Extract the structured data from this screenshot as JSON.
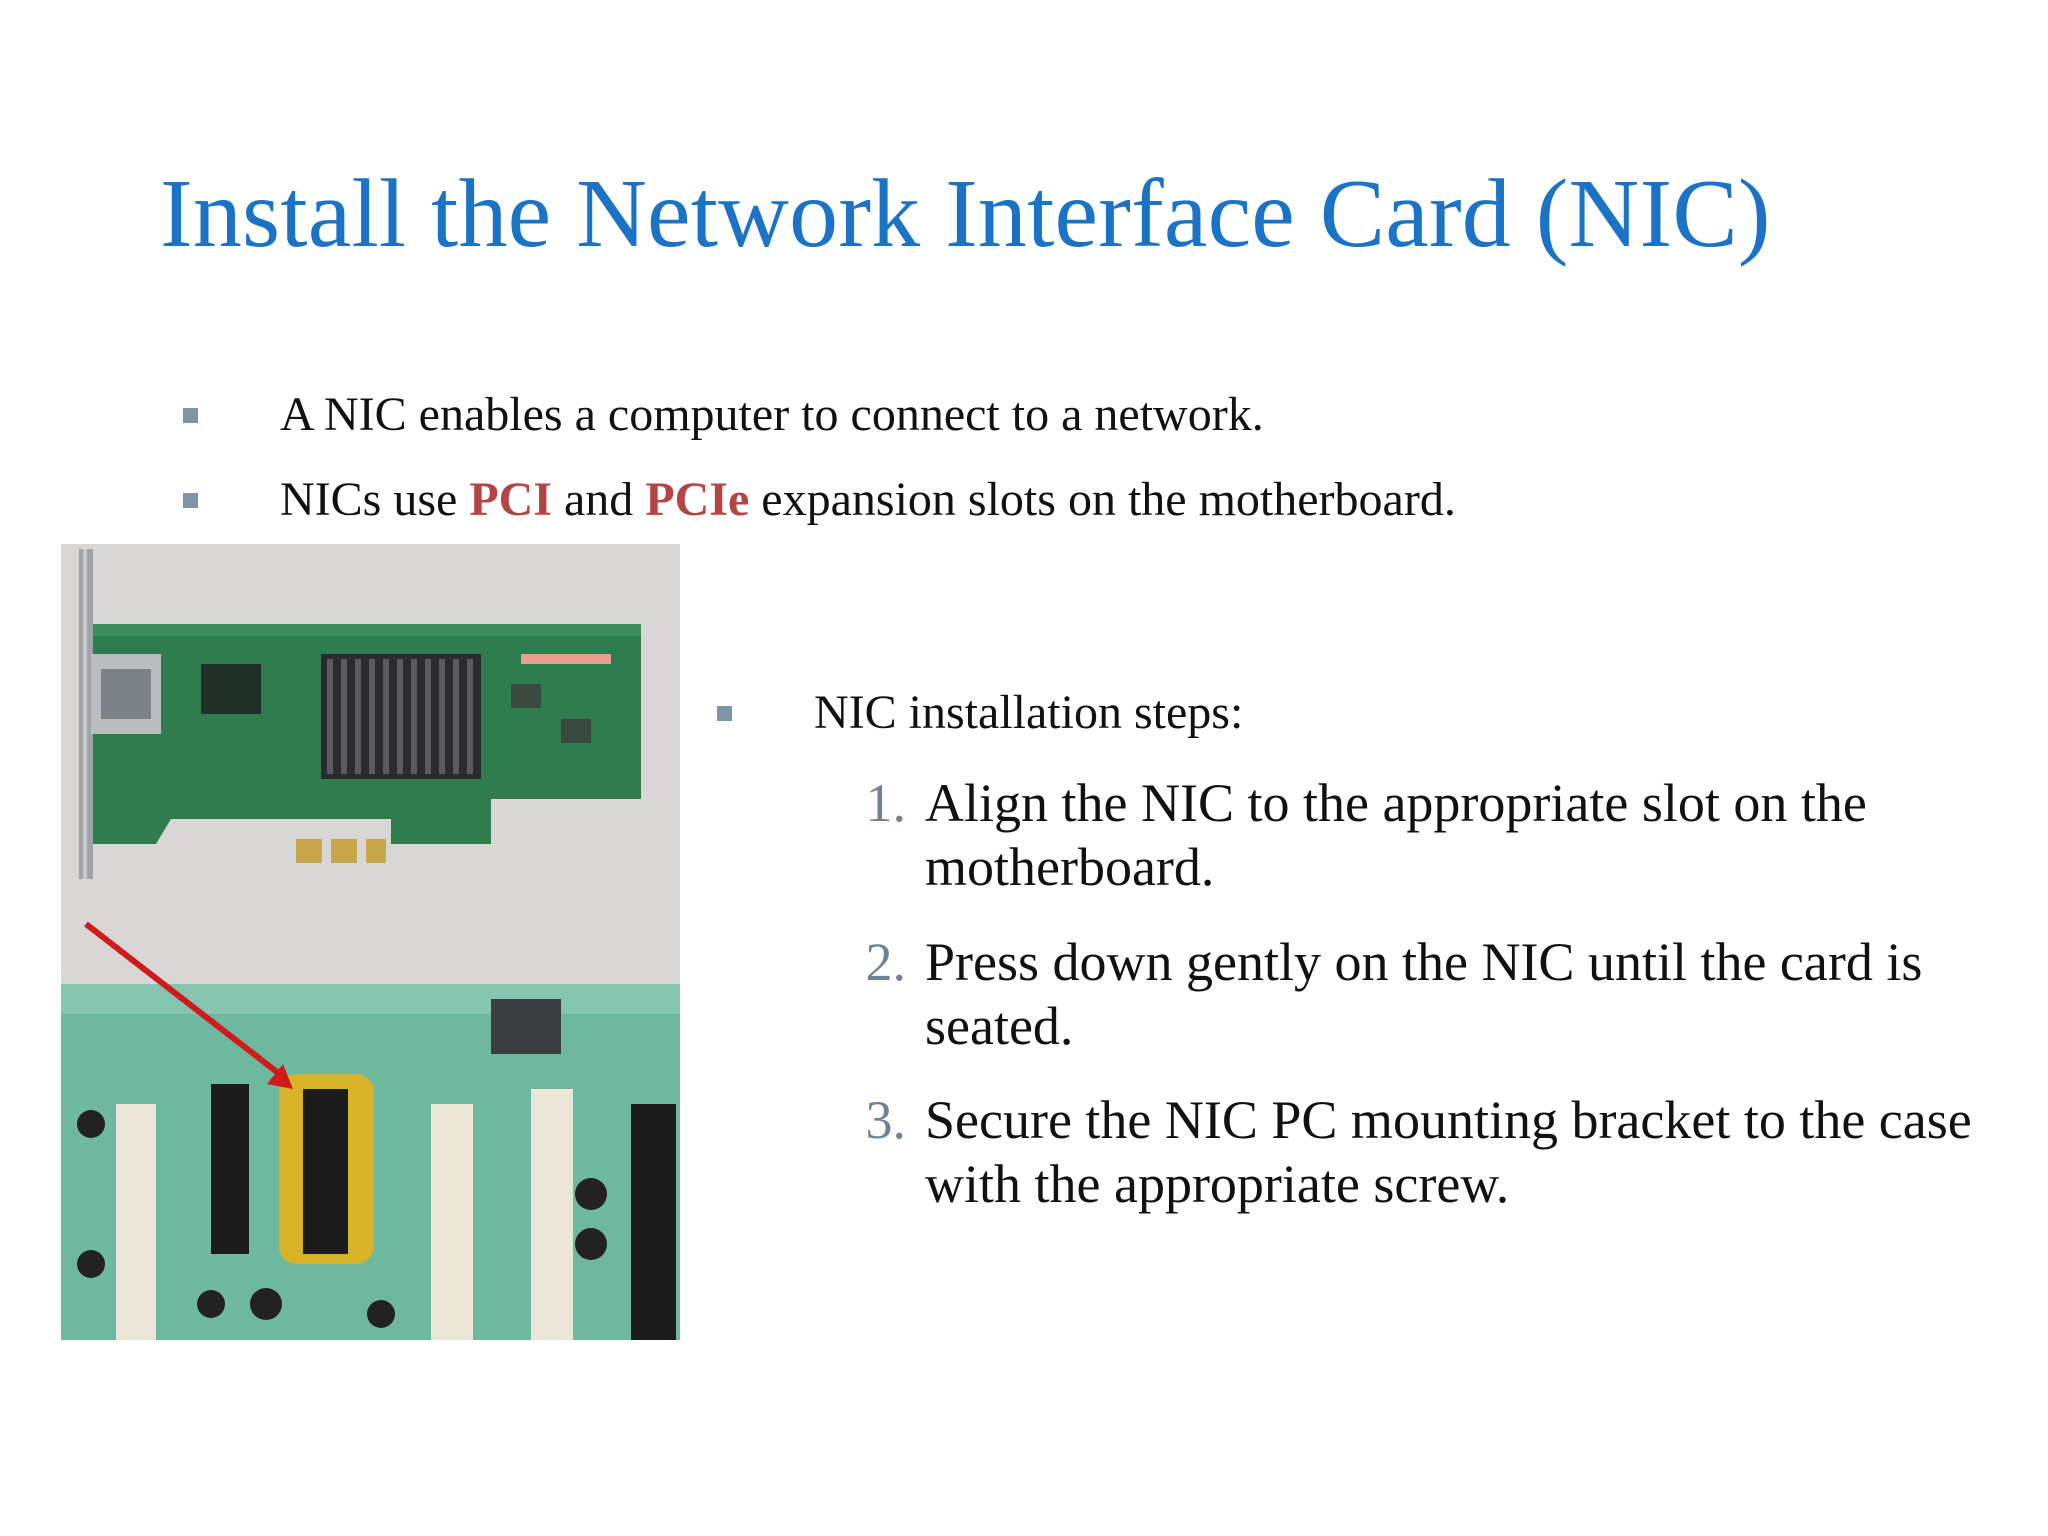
{
  "slide": {
    "title": "Install the Network Interface Card (NIC)",
    "bullets": [
      {
        "text": "A NIC enables a computer to connect to a network."
      },
      {
        "parts": {
          "a": "NICs use ",
          "b": "PCI",
          "c": " and ",
          "d": "PCIe",
          "e": " expansion slots on the motherboard."
        }
      }
    ],
    "steps_heading": "NIC installation steps:",
    "steps": [
      {
        "num": "1.",
        "text": "Align the NIC to the appropriate slot on the motherboard."
      },
      {
        "num": "2.",
        "text": "Press down gently on the NIC until the card is seated."
      },
      {
        "num": "3.",
        "text": "Secure the NIC PC mounting bracket to the case with the appropriate screw."
      }
    ]
  },
  "colors": {
    "title": "#1a73c4",
    "highlight": "#b34545",
    "bullet_square": "#7f95a7",
    "step_number": "#6f8394"
  },
  "image": {
    "icon": "nic-install-photo"
  }
}
